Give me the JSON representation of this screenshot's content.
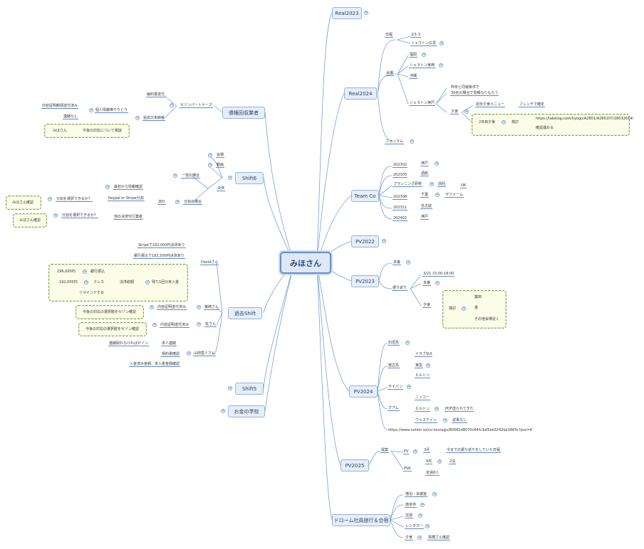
{
  "center": {
    "label": "みほさん"
  },
  "topics": {
    "real2023": "Real2023",
    "real2024": "Real2024",
    "teamco": "Team Co",
    "pv2022": "PV2022",
    "pv2023": "PV2023",
    "pv2024": "PV2024",
    "pv2025": "PV2025",
    "drone": "ドローム社員旅行＆合宿",
    "saiken": "債権回収業者",
    "shift6": "Shift6",
    "kako": "過去Shift",
    "shift5": "Shift5",
    "okane": "お金の学校"
  },
  "real2024": {
    "nittei": "日程",
    "date": "2/1-3",
    "sheraton_hiroshima": "シェラトン広島",
    "kaijo": "会場",
    "fukuoka": "福岡",
    "sheraton_miyazaki": "シェラトン宮崎",
    "okinawa": "沖縄",
    "sheraton_kobe": "シェラトン神戸",
    "note1": "昨年と同様条件で",
    "note2": "30名の場合で見積もりもらう",
    "shokuji": "夕食",
    "first_menu": "初日夕食メニュー",
    "french": "フレンチで確定",
    "second_dinner": "2日目夕食",
    "kento": "検討",
    "url": "https://tabelog.com/hyogo/A2801/A280107/28032614/",
    "kakunin": "確認進める",
    "forum": "フォーラム"
  },
  "teamco": {
    "d1": "202302",
    "p1": "神戸",
    "d2": "202305",
    "p2": "函館",
    "planning": "プランニング研修",
    "nagoya_kyu": "前回",
    "ok": "OK",
    "d3": "202308",
    "p3": "千葉",
    "p3b": "ザファーム",
    "d4": "202311",
    "p4": "名古屋",
    "d5": "202402",
    "p5": "神戸"
  },
  "pv2023": {
    "honban": "本番",
    "furikaeri": "振り返り",
    "date": "3/21 15:00-18:00",
    "honban2": "本番",
    "dinner": "夕食",
    "kento": "検討",
    "o1": "築田",
    "o2": "畳",
    "o3": "その他会場近く"
  },
  "pv2024": {
    "ishigaki": "石垣島",
    "miyako": "宮古島",
    "irabu": "イラブSUI",
    "tokyu": "東急",
    "hilton": "ヒルトン",
    "saipan": "サイパン",
    "guam": "グアム",
    "nikko": "ニッコー",
    "hilton2": "ヒルトン",
    "pdf": "PDF送られてきた",
    "westin": "ウェスティン",
    "henji": "返事なし",
    "url": "https://www.notion.so/co-tsunagu/85082d8070c64fc3af5eb3242ba3483c?pvs=4"
  },
  "pv2025": {
    "teian": "提案",
    "pv": "PV",
    "m3": "3月",
    "review": "今までの振り返りをしていた日程",
    "pva": "PVA",
    "m9": "9月",
    "d2": "2泊",
    "teiin": "定員8人"
  },
  "drone": {
    "a": "宿泊・会議室",
    "b": "南京寺",
    "c": "沈道",
    "d": "レンタカー",
    "e": "夕食",
    "f": "高橋さん確認"
  },
  "saiken": {
    "kaiyaku": "解約書送付",
    "seizon": "セゾンパートナーズ",
    "uchi": "内容証明郵便送付済み",
    "kojin": "個人情報等やりとり",
    "kako": "過去の未納者",
    "henji": "連絡なし",
    "mihosan": "みほさん",
    "taiou": "今後の対応について相談"
  },
  "shift6": {
    "kaijo": "会場",
    "douga": "動画",
    "ikkatsu": "一括の場合",
    "kessai": "決済",
    "nagare": "流れ",
    "bunkatsu": "分割の場合",
    "saishoukara": "最初から情報確認",
    "paypal": "Paypal or Stripe分割",
    "sentaku1": "分割を選択できるか？",
    "hoka": "他の決済代行業者",
    "sentaku2": "分割を選択できるか？",
    "miho1": "みほさん確認",
    "miho2": "みほさん確認"
  },
  "kako": {
    "stripe": "Stripeで192,000円決済あり",
    "ginko": "銀行振込で182,500円決済あり",
    "david": "Davidさん",
    "v1": "196,000円",
    "t1": "銀行振込",
    "v2": "192,000円",
    "t2": "クレカ",
    "remind": "リマインドする",
    "kessai": "決済総額",
    "nokori": "残り1回分未入金",
    "fujisaki": "藤崎さん",
    "naiyo1": "内容証明送付済み",
    "c1": "今後の対応の選択肢をセゾン確認",
    "kiyosa": "佐さん",
    "naiyo2": "内容証明送付済み",
    "c2": "今後の対応の選択肢をセゾン確認",
    "renraku": "連絡取れなければセゾン",
    "honnin": "本人連絡",
    "keiyaku": "契約書確認",
    "yamada": "山田直人さん",
    "nyukin": "入金済み金額、未入金金額確認"
  },
  "expander": "+"
}
